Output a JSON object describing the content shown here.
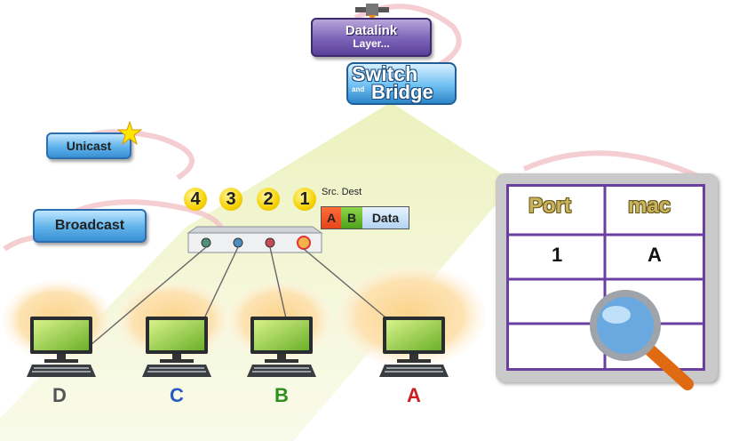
{
  "header": {
    "layer_line1": "Datalink",
    "layer_line2": "Layer...",
    "switch_word": "Switch",
    "and_word": "and",
    "bridge_word": "Bridge"
  },
  "modes": {
    "unicast": "Unicast",
    "broadcast": "Broadcast"
  },
  "ports": [
    "4",
    "3",
    "2",
    "1"
  ],
  "frame": {
    "src_dest_label": "Src. Dest",
    "src": "A",
    "dest": "B",
    "data": "Data",
    "colors": {
      "src": "#f05a28",
      "dest": "#5bb02a",
      "data": "#cfe4f8"
    }
  },
  "nodes": [
    {
      "label": "D",
      "color": "#555555"
    },
    {
      "label": "C",
      "color": "#2a5bc4"
    },
    {
      "label": "B",
      "color": "#2e8f1e"
    },
    {
      "label": "A",
      "color": "#cc1f1f"
    }
  ],
  "mac_table": {
    "headers": [
      "Port",
      "mac"
    ],
    "rows": [
      [
        "1",
        "A"
      ]
    ]
  },
  "icons": [
    "connector-icon",
    "star-icon",
    "magnifier-icon",
    "switch-device-icon",
    "computer-icon"
  ]
}
